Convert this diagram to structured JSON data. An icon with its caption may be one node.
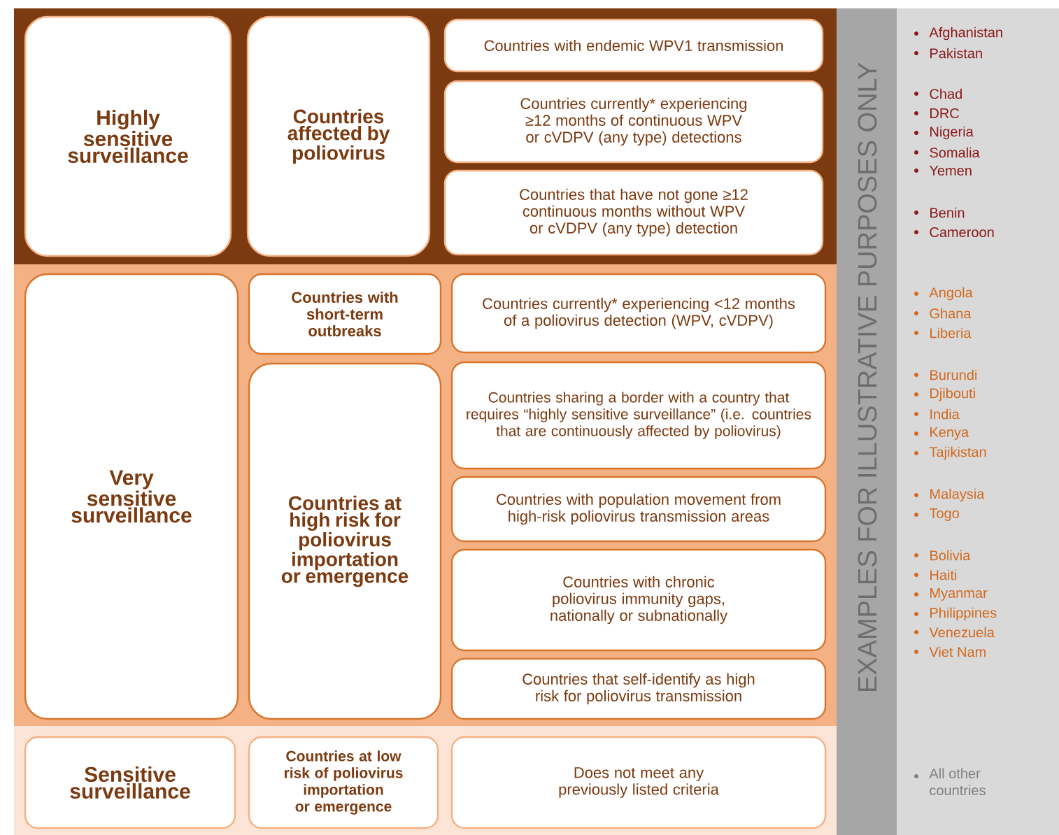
{
  "diagram": {
    "nodes": [
      {
        "text": [
          "Highly sensitive surveillance"
        ]
      },
      {
        "text": [
          "Countries affected by poliovirus"
        ]
      },
      {
        "text": [
          "Countries with endemic WPV1 transmission"
        ]
      },
      {
        "text": [
          "Countries currently* experiencing ≥12 months of continuous WPV or cVDPV (any type) detections"
        ]
      },
      {
        "text": [
          "Countries that have not gone ≥12 continuous months without WPV or cVDPV (any type) detection"
        ]
      },
      {
        "text": [
          "Very sensitive surveillance"
        ]
      },
      {
        "text": [
          "Countries with short-term outbreaks"
        ]
      },
      {
        "text": [
          "Countries currently* experiencing <12 months of a poliovirus detection (WPV, cVDPV)"
        ]
      },
      {
        "text": [
          "Countries at high risk for poliovirus importation or emergence"
        ]
      },
      {
        "text": [
          "Countries sharing a border with a country that requires “highly sensitive surveillance” (i.e. countries that are continuously affected by poliovirus)"
        ]
      },
      {
        "text": [
          "Countries with population movement from high-risk poliovirus transmission areas"
        ]
      },
      {
        "text": [
          "Countries with chronic poliovirus immunity gaps, nationally or subnationally"
        ]
      },
      {
        "text": [
          "Countries that self-identify as high risk for poliovirus transmission"
        ]
      },
      {
        "text": [
          "Sensitive surveillance"
        ]
      },
      {
        "text": [
          "Countries at low risk of poliovirus importation or emergence"
        ]
      },
      {
        "text": [
          "Does not meet any previously listed criteria"
        ]
      }
    ],
    "labels": [
      "EXAMPLES FOR ILLUSTRATIVE PURPOSES ONLY",
      "Afghanistan",
      "Pakistan",
      "Chad",
      "DRC",
      "Nigeria",
      "Somalia",
      "Yemen",
      "Benin",
      "Cameroon",
      "Angola",
      "Ghana",
      "Liberia",
      "Burundi",
      "Djibouti",
      "India",
      "Kenya",
      "Tajikistan",
      "Malaysia",
      "Togo",
      "Bolivia",
      "Haiti",
      "Myanmar",
      "Philippines",
      "Venezuela",
      "Viet Nam",
      "All other countries"
    ]
  }
}
